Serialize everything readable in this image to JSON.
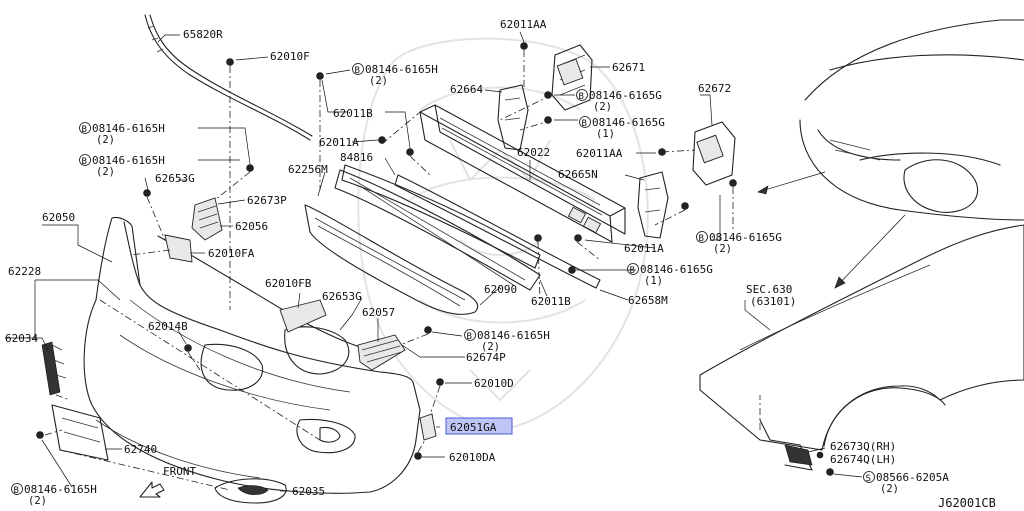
{
  "diagram": {
    "ref_code": "J62001CB",
    "labels": [
      {
        "id": "65820R",
        "text": "65820R"
      },
      {
        "id": "62010F",
        "text": "62010F"
      },
      {
        "id": "bolt_top",
        "text": "08146-6165H",
        "qty": "(2)",
        "prefix": "B"
      },
      {
        "id": "62011B_top",
        "text": "62011B"
      },
      {
        "id": "62011A_top",
        "text": "62011A"
      },
      {
        "id": "62011AA_top",
        "text": "62011AA"
      },
      {
        "id": "62671",
        "text": "62671"
      },
      {
        "id": "62664",
        "text": "62664"
      },
      {
        "id": "bolt_62664",
        "text": "08146-6165G",
        "qty": "(2)",
        "prefix": "B"
      },
      {
        "id": "bolt_62664b",
        "text": "08146-6165G",
        "qty": "(1)",
        "prefix": "B"
      },
      {
        "id": "62672",
        "text": "62672"
      },
      {
        "id": "62011AA_right",
        "text": "62011AA"
      },
      {
        "id": "84816",
        "text": "84816"
      },
      {
        "id": "62022",
        "text": "62022"
      },
      {
        "id": "62665N",
        "text": "62665N"
      },
      {
        "id": "bolt_left1",
        "text": "08146-6165H",
        "qty": "(2)",
        "prefix": "B"
      },
      {
        "id": "bolt_left2",
        "text": "08146-6165H",
        "qty": "(2)",
        "prefix": "B"
      },
      {
        "id": "62653G_top",
        "text": "62653G"
      },
      {
        "id": "62673P",
        "text": "62673P"
      },
      {
        "id": "62256M",
        "text": "62256M"
      },
      {
        "id": "62056",
        "text": "62056"
      },
      {
        "id": "62050",
        "text": "62050"
      },
      {
        "id": "62010FA",
        "text": "62010FA"
      },
      {
        "id": "62228",
        "text": "62228"
      },
      {
        "id": "62011A_mid",
        "text": "62011A"
      },
      {
        "id": "bolt_right_g2",
        "text": "08146-6165G",
        "qty": "(2)",
        "prefix": "B"
      },
      {
        "id": "bolt_right_g1",
        "text": "08146-6165G",
        "qty": "(1)",
        "prefix": "B"
      },
      {
        "id": "62011B_mid",
        "text": "62011B"
      },
      {
        "id": "62658M",
        "text": "62658M"
      },
      {
        "id": "62010FB",
        "text": "62010FB"
      },
      {
        "id": "62653G_mid",
        "text": "62653G"
      },
      {
        "id": "62090",
        "text": "62090"
      },
      {
        "id": "62057",
        "text": "62057"
      },
      {
        "id": "bolt_mid_h",
        "text": "08146-6165H",
        "qty": "(2)",
        "prefix": "B"
      },
      {
        "id": "62014B",
        "text": "62014B"
      },
      {
        "id": "62674P",
        "text": "62674P"
      },
      {
        "id": "62034",
        "text": "62034"
      },
      {
        "id": "62010D",
        "text": "62010D"
      },
      {
        "id": "62051GA",
        "text": "62051GA",
        "highlight": true
      },
      {
        "id": "62740",
        "text": "62740"
      },
      {
        "id": "62010DA",
        "text": "62010DA"
      },
      {
        "id": "front",
        "text": "FRONT"
      },
      {
        "id": "bolt_bottom",
        "text": "08146-6165H",
        "qty": "(2)",
        "prefix": "B"
      },
      {
        "id": "62035",
        "text": "62035"
      },
      {
        "id": "sec630",
        "text": "SEC.630",
        "sub": "(63101)"
      },
      {
        "id": "62673Q",
        "text": "62673Q(RH)"
      },
      {
        "id": "62674Q",
        "text": "62674Q(LH)"
      },
      {
        "id": "screw_bottom",
        "text": "08566-6205A",
        "qty": "(2)",
        "prefix": "S"
      }
    ],
    "highlight_color": "#bfc6f5",
    "highlight_border": "#4a5bd6"
  }
}
